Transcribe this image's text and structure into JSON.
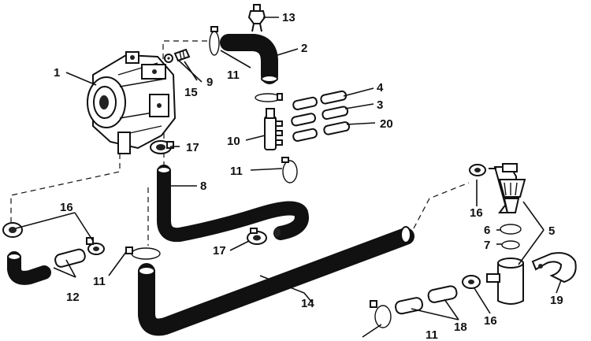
{
  "callouts": {
    "c1": "1",
    "c2": "2",
    "c3": "3",
    "c4": "4",
    "c5": "5",
    "c6": "6",
    "c7": "7",
    "c8": "8",
    "c9": "9",
    "c10": "10",
    "c11a": "11",
    "c11b": "11",
    "c11c": "11",
    "c11d": "11",
    "c12": "12",
    "c13": "13",
    "c14": "14",
    "c15": "15",
    "c16a": "16",
    "c16b": "16",
    "c16c": "16",
    "c17a": "17",
    "c17b": "17",
    "c18": "18",
    "c19": "19",
    "c20": "20"
  },
  "icons": {
    "fuel-pump": "fuel-pump-icon",
    "fuel-filter": "fuel-filter-icon",
    "hose-clamp": "hose-clamp-icon",
    "fitting": "fitting-icon",
    "bracket": "bracket-icon"
  }
}
